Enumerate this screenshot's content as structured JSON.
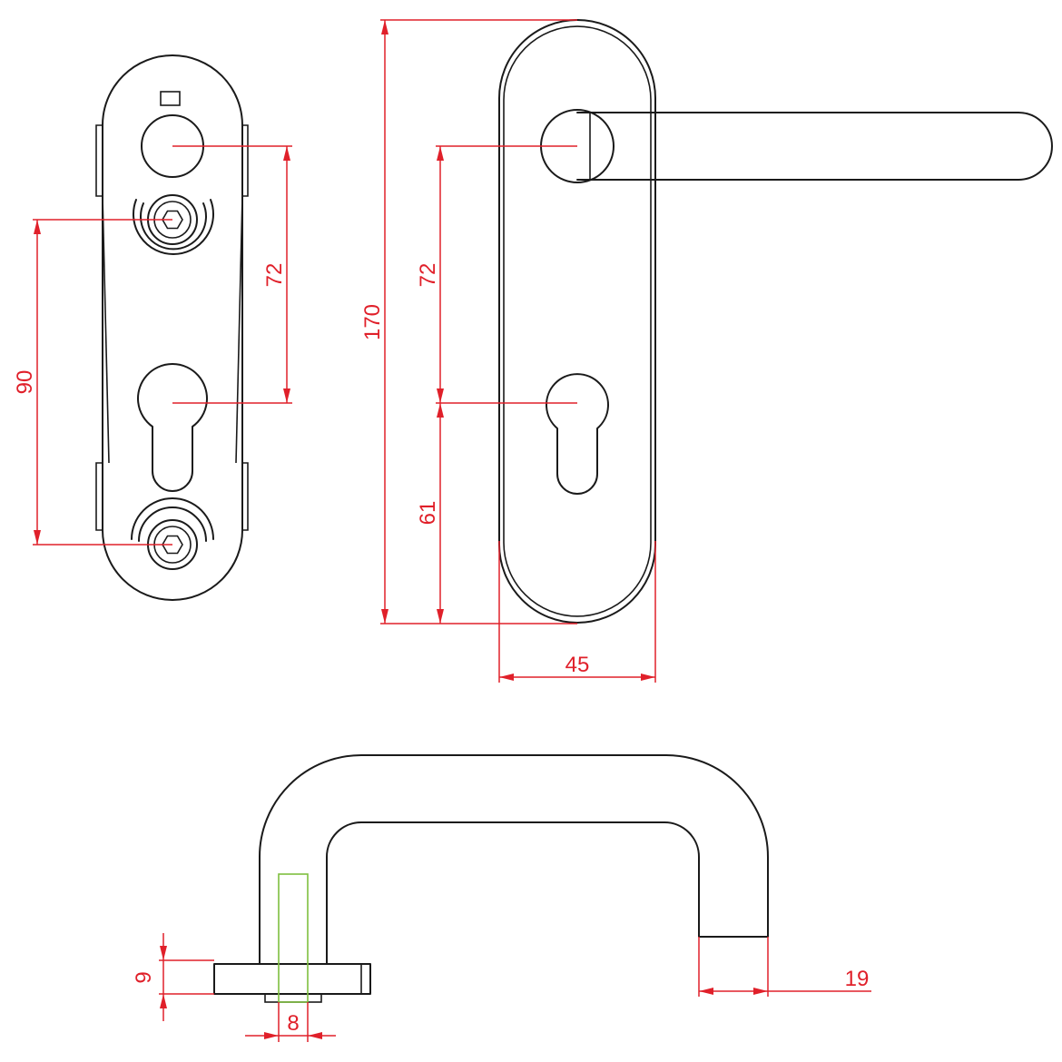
{
  "dimensions": {
    "back_plate_spindle_to_cylinder": "72",
    "back_plate_screw_distance": "90",
    "overall_height": "170",
    "front_spindle_to_cylinder": "72",
    "cylinder_to_bottom": "61",
    "plate_width": "45",
    "rosette_thickness": "9",
    "spindle_square": "8",
    "lever_diameter": "19"
  },
  "colors": {
    "outline": "#1a1a1a",
    "dimension": "#e0202a",
    "spindle": "#7fbf3f"
  }
}
